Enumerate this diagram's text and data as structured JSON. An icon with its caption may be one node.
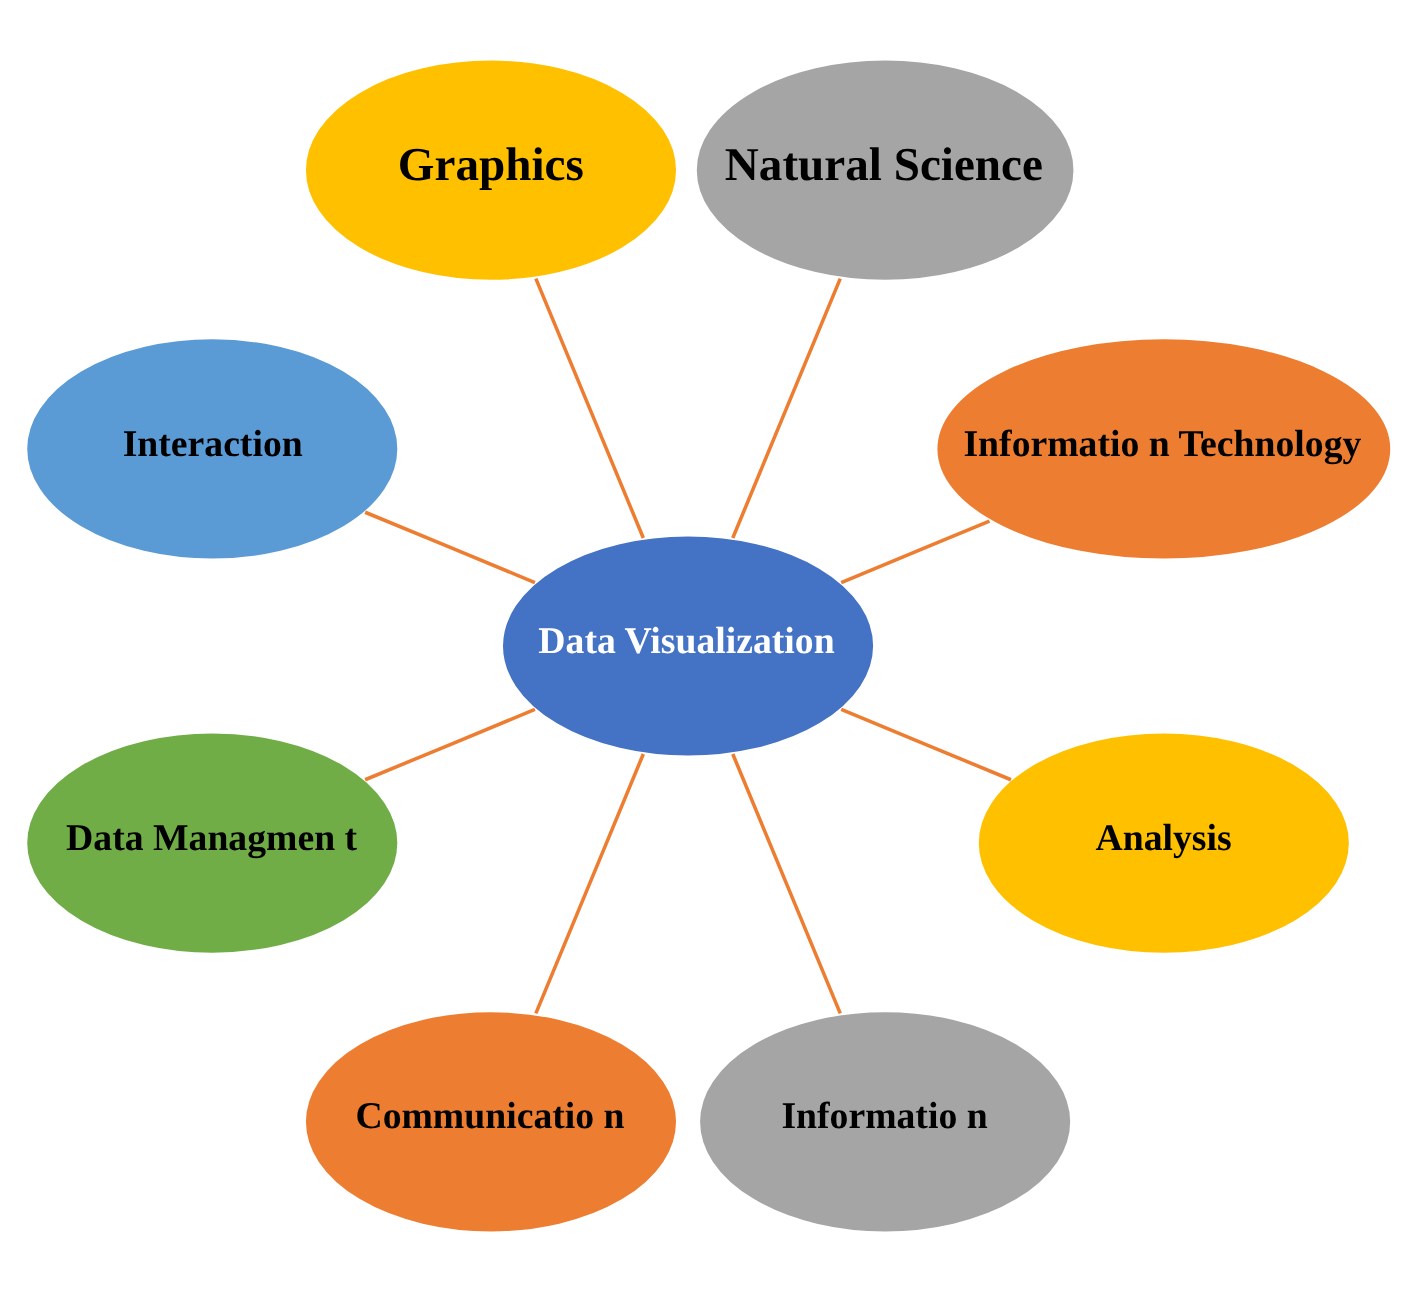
{
  "diagram": {
    "nodes": [
      {
        "text": [
          "Data Visualization"
        ]
      },
      {
        "text": [
          "Informatio n Technology"
        ]
      },
      {
        "text": [
          "Natural Science"
        ]
      },
      {
        "text": [
          "Graphics"
        ]
      },
      {
        "text": [
          "Interaction"
        ]
      },
      {
        "text": [
          "Data Managmen t"
        ]
      },
      {
        "text": [
          "Communicatio n"
        ]
      },
      {
        "text": [
          "Informatio n"
        ]
      },
      {
        "text": [
          "Analysis"
        ]
      }
    ],
    "edges": [
      {
        "from": 0,
        "to": 1,
        "arrow": "none"
      },
      {
        "from": 0,
        "to": 2,
        "arrow": "none"
      },
      {
        "from": 0,
        "to": 3,
        "arrow": "none"
      },
      {
        "from": 0,
        "to": 4,
        "arrow": "none"
      },
      {
        "from": 0,
        "to": 5,
        "arrow": "none"
      },
      {
        "from": 0,
        "to": 6,
        "arrow": "none"
      },
      {
        "from": 0,
        "to": 7,
        "arrow": "none"
      },
      {
        "from": 0,
        "to": 8,
        "arrow": "none"
      }
    ]
  }
}
